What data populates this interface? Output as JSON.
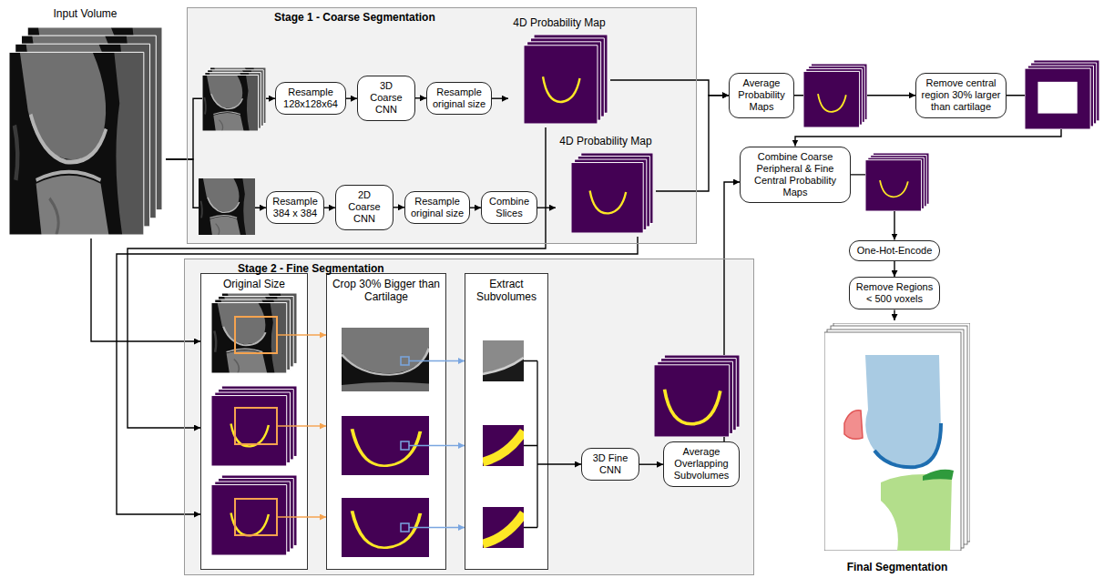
{
  "diagram": {
    "nodes": [
      {
        "text": [
          "Input Volume"
        ]
      },
      {
        "text": [
          "Stage 1 - Coarse Segmentation"
        ]
      },
      {
        "text": [
          "Resample 128x128x64"
        ],
        "in": 1
      },
      {
        "text": [
          "3D Coarse CNN"
        ],
        "in": 1
      },
      {
        "text": [
          "Resample original size"
        ],
        "in": 1
      },
      {
        "text": [
          "4D Probability Map"
        ],
        "in": 1
      },
      {
        "text": [
          "Resample 384 x 384"
        ],
        "in": 1
      },
      {
        "text": [
          "2D Coarse CNN"
        ],
        "in": 1
      },
      {
        "text": [
          "Resample original size"
        ],
        "in": 1
      },
      {
        "text": [
          "Combine Slices"
        ],
        "in": 1
      },
      {
        "text": [
          "4D Probability Map"
        ],
        "in": 1
      },
      {
        "text": [
          "Average Probability Maps"
        ]
      },
      {
        "text": [
          "Remove central region 30% larger than cartilage"
        ]
      },
      {
        "text": [
          "Combine Coarse Peripheral & Fine Central Probability Maps"
        ]
      },
      {
        "text": [
          "Stage 2 - Fine Segmentation"
        ]
      },
      {
        "text": [
          "Original Size"
        ],
        "in": 14
      },
      {
        "text": [
          "Crop 30% Bigger than Cartilage"
        ],
        "in": 14
      },
      {
        "text": [
          "Extract Subvolumes"
        ],
        "in": 14
      },
      {
        "text": [
          "3D Fine CNN"
        ],
        "in": 14
      },
      {
        "text": [
          "Average Overlapping Subvolumes"
        ],
        "in": 14
      },
      {
        "text": [
          "One-Hot-Encode"
        ]
      },
      {
        "text": [
          "Remove Regions < 500 voxels"
        ]
      },
      {
        "text": [
          "Final Segmentation"
        ]
      }
    ],
    "edges": [
      {
        "from": 0,
        "to": 2,
        "arrow": "to"
      },
      {
        "from": 0,
        "to": 6,
        "arrow": "to"
      },
      {
        "from": 2,
        "to": 3,
        "arrow": "to"
      },
      {
        "from": 3,
        "to": 4,
        "arrow": "to"
      },
      {
        "from": 4,
        "to": 5,
        "arrow": "to"
      },
      {
        "from": 6,
        "to": 7,
        "arrow": "to"
      },
      {
        "from": 7,
        "to": 8,
        "arrow": "to"
      },
      {
        "from": 8,
        "to": 9,
        "arrow": "to"
      },
      {
        "from": 9,
        "to": 10,
        "arrow": "to"
      },
      {
        "from": 5,
        "to": 11,
        "arrow": "to"
      },
      {
        "from": 10,
        "to": 11,
        "arrow": "to"
      },
      {
        "from": 11,
        "to": 12,
        "arrow": "to"
      },
      {
        "from": 12,
        "to": 13,
        "arrow": "to"
      },
      {
        "from": 0,
        "to": 15,
        "arrow": "to"
      },
      {
        "from": 5,
        "to": 15,
        "arrow": "to"
      },
      {
        "from": 10,
        "to": 15,
        "arrow": "to"
      },
      {
        "from": 15,
        "to": 16,
        "arrow": "to"
      },
      {
        "from": 16,
        "to": 17,
        "arrow": "to"
      },
      {
        "from": 17,
        "to": 18,
        "arrow": "to"
      },
      {
        "from": 18,
        "to": 19,
        "arrow": "to"
      },
      {
        "from": 19,
        "to": 13,
        "arrow": "to"
      },
      {
        "from": 13,
        "to": 20,
        "arrow": "to"
      },
      {
        "from": 20,
        "to": 21,
        "arrow": "to"
      },
      {
        "from": 21,
        "to": 22,
        "arrow": "to"
      }
    ]
  }
}
